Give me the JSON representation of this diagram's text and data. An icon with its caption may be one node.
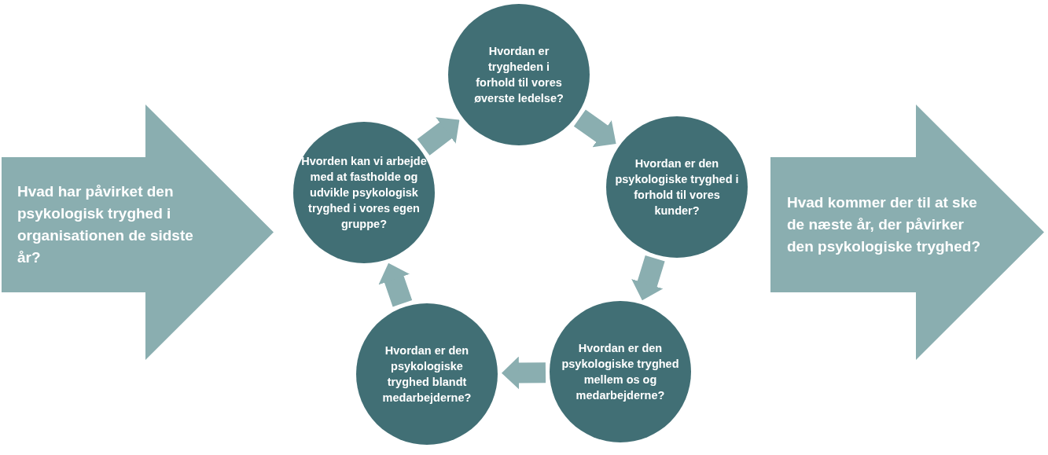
{
  "diagram": {
    "nodes": [
      {
        "text": [
          "Hvad har påvirket den psykologisk tryghed i organisationen de sidste år?"
        ]
      },
      {
        "text": [
          "Hvordan er trygheden i forhold til vores øverste ledelse?"
        ]
      },
      {
        "text": [
          "Hvordan er den psykologiske tryghed i forhold til vores kunder?"
        ]
      },
      {
        "text": [
          "Hvordan er den psykologiske tryghed mellem os og medarbejderne?"
        ]
      },
      {
        "text": [
          "Hvordan er den psykologiske tryghed blandt medarbejderne?"
        ]
      },
      {
        "text": [
          "Hvorden kan vi arbejde med at fastholde og udvikle psykologisk tryghed i vores egen gruppe?"
        ]
      },
      {
        "text": [
          "Hvad kommer der til at ske de næste år, der påvirker den psykologiske tryghed?"
        ]
      }
    ],
    "edges": [
      {
        "from": 5,
        "to": 1,
        "arrow": "to"
      },
      {
        "from": 1,
        "to": 2,
        "arrow": "to"
      },
      {
        "from": 2,
        "to": 3,
        "arrow": "to"
      },
      {
        "from": 3,
        "to": 4,
        "arrow": "to"
      },
      {
        "from": 4,
        "to": 5,
        "arrow": "to"
      }
    ]
  }
}
